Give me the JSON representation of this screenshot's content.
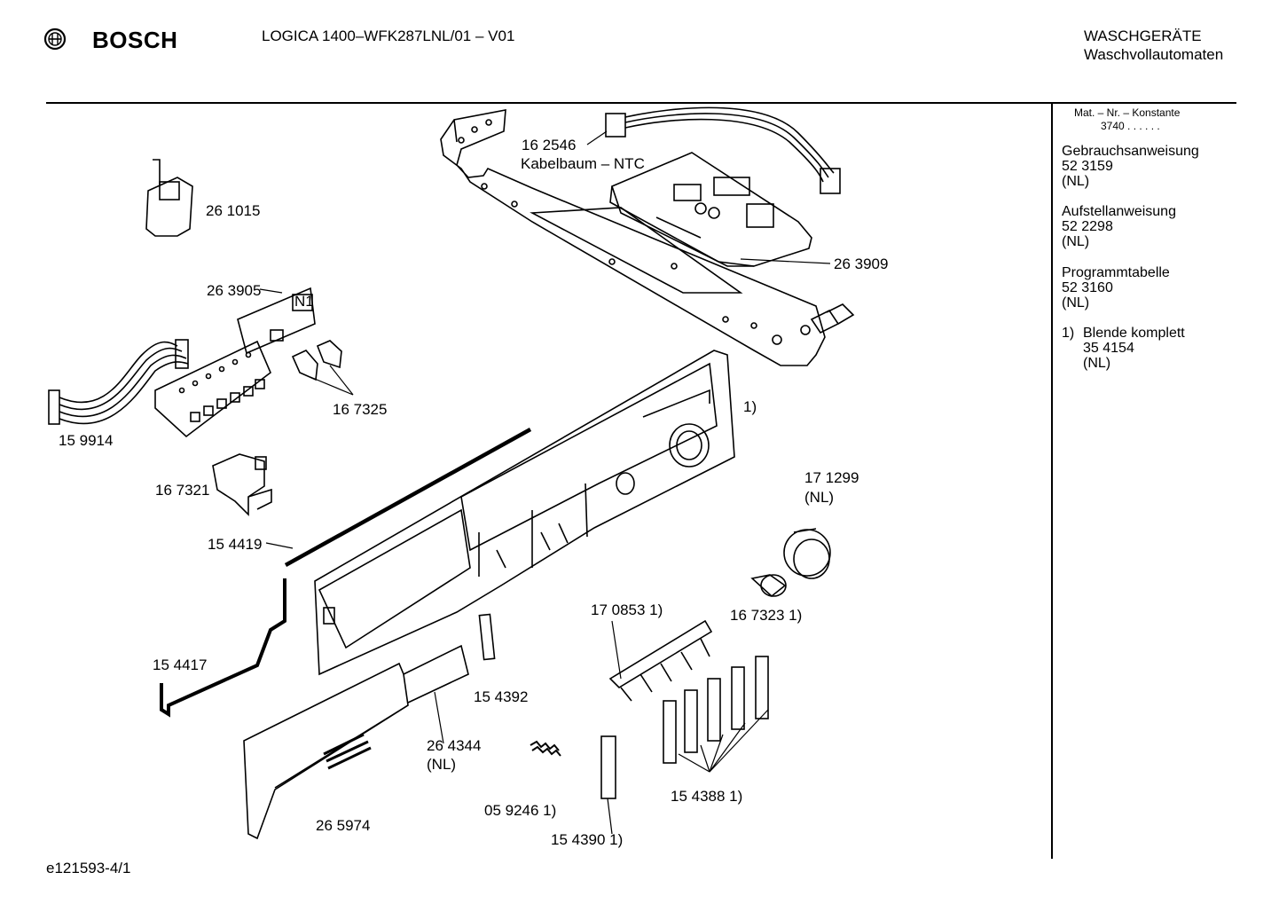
{
  "header": {
    "brand": "BOSCH",
    "model": "LOGICA 1400–WFK287LNL/01 – V01",
    "category": "WASCHGERÄTE",
    "subcategory": "Waschvollautomaten"
  },
  "sidebar": {
    "mat_label": "Mat. – Nr. – Konstante",
    "mat_value": "3740 . . . . . .",
    "docs": [
      {
        "title": "Gebrauchsanweisung",
        "number": "52 3159",
        "lang": "(NL)"
      },
      {
        "title": "Aufstellanweisung",
        "number": "52 2298",
        "lang": "(NL)"
      },
      {
        "title": "Programmtabelle",
        "number": "52 3160",
        "lang": "(NL)"
      }
    ],
    "note_marker": "1)",
    "note_title": "Blende komplett",
    "note_number": "35 4154",
    "note_lang": "(NL)"
  },
  "parts": {
    "p162546": "16 2546",
    "p162546_desc": "Kabelbaum – NTC",
    "p261015": "26 1015",
    "p263909": "26 3909",
    "p263905": "26 3905",
    "n1": "N1",
    "p167325": "16 7325",
    "p159914": "15 9914",
    "blende": "1)",
    "p167321": "16 7321",
    "p171299": "17 1299",
    "p171299_lang": "(NL)",
    "p154419": "15 4419",
    "p167323": "16 7323 1)",
    "p170853": "17 0853 1)",
    "p154417": "15 4417",
    "p154392": "15 4392",
    "p264344": "26 4344",
    "p264344_lang": "(NL)",
    "p154388": "15 4388 1)",
    "p059246": "05 9246 1)",
    "p265974": "26 5974",
    "p154390": "15 4390 1)"
  },
  "footer": {
    "drawing_id": "e121593-4/1"
  }
}
